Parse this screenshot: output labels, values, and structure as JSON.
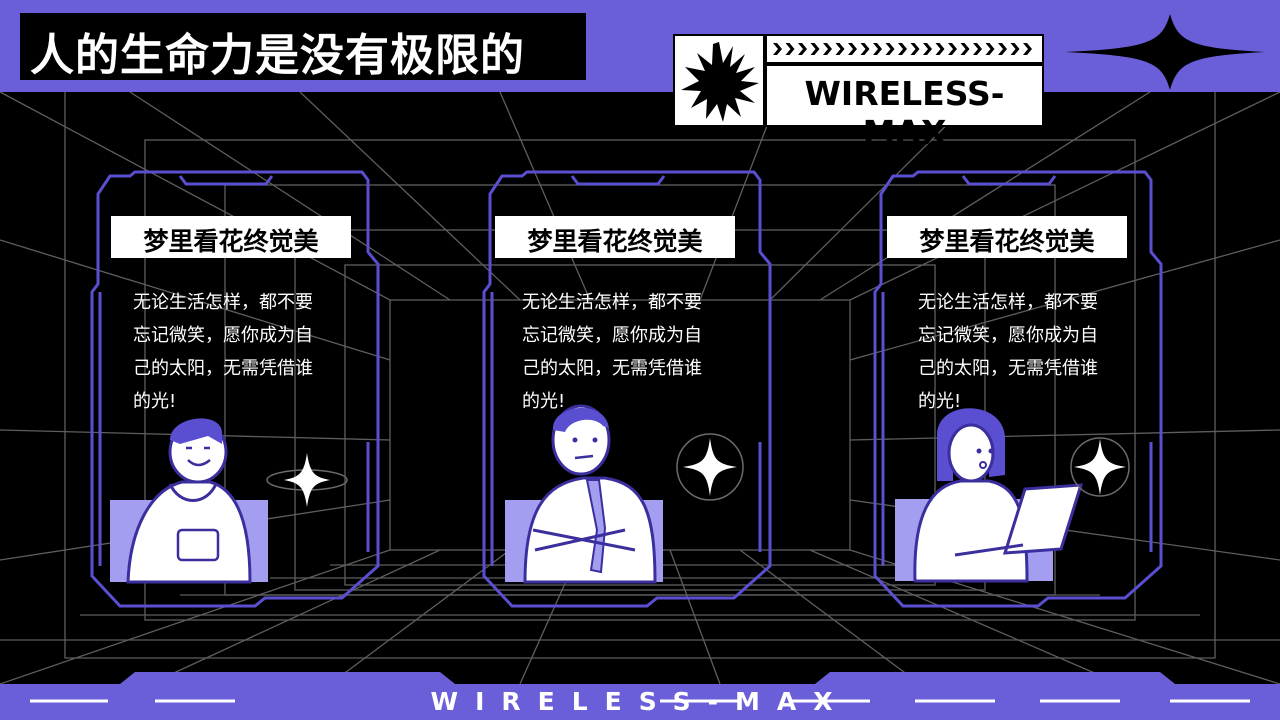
{
  "header": {
    "title": "人的生命力是没有极限的"
  },
  "badge": {
    "name": "WIRELESS-MAX"
  },
  "cards": [
    {
      "label": "梦里看花终觉美",
      "text": "无论生活怎样，都不要忘记微笑，愿你成为自己的太阳，无需凭借谁的光!"
    },
    {
      "label": "梦里看花终觉美",
      "text": "无论生活怎样，都不要忘记微笑，愿你成为自己的太阳，无需凭借谁的光!"
    },
    {
      "label": "梦里看花终觉美",
      "text": "无论生活怎样，都不要忘记微笑，愿你成为自己的太阳，无需凭借谁的光!"
    }
  ],
  "footer": {
    "brand": "WIRELESS-MAX"
  },
  "colors": {
    "accent": "#6b5fd9",
    "frame": "#5a4fd0",
    "grid": "#6b6b6b",
    "panel": "#a39ef0",
    "background": "#000000"
  }
}
